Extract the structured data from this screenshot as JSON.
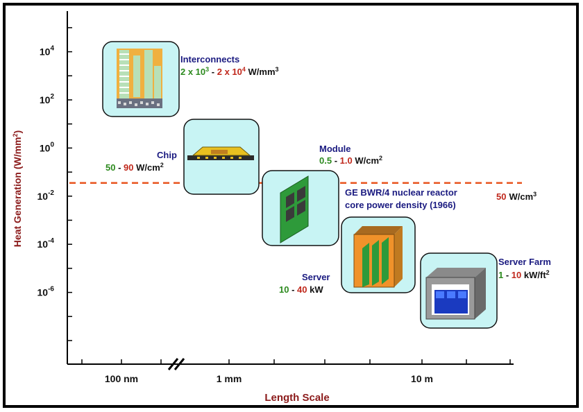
{
  "chart_data": {
    "type": "scatter",
    "title": "",
    "xlabel": "Length Scale",
    "ylabel": "Heat Generation (W/mm",
    "ylabel_sup": "2",
    "ylabel_close": ")",
    "y_scale": "log",
    "ylim_exp": [
      -9,
      5.5
    ],
    "x_ticks": [
      {
        "label": "100 nm",
        "pos": 0
      },
      {
        "label": "1 mm",
        "pos": 1
      },
      {
        "label": "10 m",
        "pos": 2
      }
    ],
    "y_ticks": [
      {
        "base": "10",
        "exp": "4",
        "value_exp": 4
      },
      {
        "base": "10",
        "exp": "2",
        "value_exp": 2
      },
      {
        "base": "10",
        "exp": "0",
        "value_exp": 0
      },
      {
        "base": "10",
        "exp": "-2",
        "value_exp": -2
      },
      {
        "base": "10",
        "exp": "-4",
        "value_exp": -4
      },
      {
        "base": "10",
        "exp": "-6",
        "value_exp": -6
      }
    ],
    "reference_line": {
      "value_exp": -1.45,
      "color": "#e8541e",
      "text_line1": "GE BWR/4 nuclear reactor",
      "text_line2": "core power density (1966)",
      "value_num": "50",
      "value_unit": "W/cm",
      "value_unit_sup": "3"
    },
    "items": [
      {
        "name": "Interconnects",
        "low": "2 x 10",
        "low_sup": "3",
        "sep": " - ",
        "high": "2 x 10",
        "high_sup": "4",
        "unit": " W/mm",
        "unit_sup": "3",
        "icon": "interconnect-icon"
      },
      {
        "name": "Chip",
        "low": "50",
        "low_sup": "",
        "sep": " - ",
        "high": "90",
        "high_sup": "",
        "unit": " W/cm",
        "unit_sup": "2",
        "icon": "chip-icon"
      },
      {
        "name": "Module",
        "low": "0.5",
        "low_sup": "",
        "sep": " - ",
        "high": "1.0",
        "high_sup": "",
        "unit": " W/cm",
        "unit_sup": "2",
        "icon": "module-icon"
      },
      {
        "name": "Server",
        "low": "10",
        "low_sup": "",
        "sep": " - ",
        "high": "40",
        "high_sup": "",
        "unit": " kW",
        "unit_sup": "",
        "icon": "server-icon"
      },
      {
        "name": "Server Farm",
        "low": "1",
        "low_sup": "",
        "sep": " - ",
        "high": "10",
        "high_sup": "",
        "unit": " kW/ft",
        "unit_sup": "2",
        "icon": "server-farm-icon"
      }
    ],
    "colors": {
      "label_name": "#1a1a80",
      "low_value": "#2c8a1e",
      "high_value": "#c0281c",
      "box_fill": "#c8f4f4",
      "axis_title": "#8b1a1a"
    }
  }
}
